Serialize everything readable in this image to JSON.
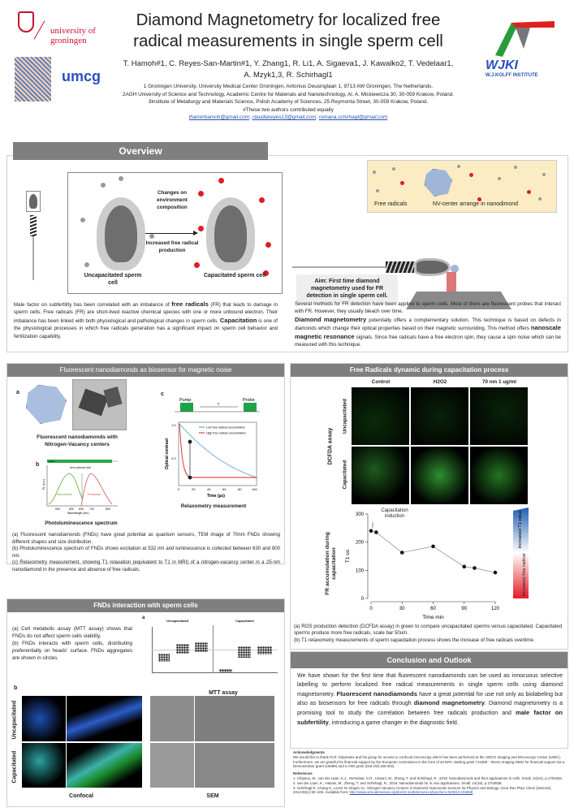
{
  "header": {
    "title": "Diamond Magnetometry for localized free radical measurements in single sperm cell",
    "authors": "T. Hamoh#1, C. Reyes-San-Martin#1, Y. Zhang1, R. Li1, A. Sigaeva1, J. Kawalko2, T. Vedelaar1, A. Mzyk1,3, R. Schirhagl1",
    "affiliations": [
      "1 Groningen University, University Medical Center Groningen, Antonius Deusinglaan 1, 9713 AW Groningen, The Netherlands.",
      "2AGH University of Science and Technology, Academic Centre for Materials and Nanotechnology, Al. A. Mickiewicza 30, 30-059 Krakow, Poland.",
      "3Institute of Metallurgy and Materials Science, Polish Academy of Sciences, 25 Reymonta Street, 30-059 Krakow, Poland.",
      "#These two authors contributed equally"
    ],
    "emails": [
      "thaminhamoh@gmail.com",
      "claudiareyes13@gmail.com",
      "romana.schirhagl@gmail.com"
    ],
    "logos": {
      "rug": "university of groningen",
      "umcg": "umcg",
      "wjki": "WJKI",
      "wjki_sub": "W.J.KOLFF INSTITUTE"
    }
  },
  "overview": {
    "title": "Overview",
    "arrow_top": "Changes on environment composition",
    "arrow_bottom": "Increased free radical production",
    "left_label": "Uncapacitated sperm cell",
    "right_label": "Capacitated sperm cell",
    "free_radicals": "Free radicals",
    "nv_center": "NV-center arrange in nanodimond",
    "aim": "Aim: First time diamond magnetometry used for FR detection in single sperm cell.",
    "left_text": "Male factor on subfertility has been correlated with an imbalance of |free radicals| (FR) that leads to damage in sperm cells. Free radicals (FR) are short-lived reactive chemical species with one or more unbound electron. Their imbalance has been linked with both physiological and pathological changes in sperm cells. |Capacitation| is one of the physiological processes in which free radicals generation has a significant impact on sperm cell behavior and fertilization capability.",
    "right_text_1": "Several methods for FR detection have been applied to sperm cells. Most of them are fluorescent probes that interact with FR. However, they usually bleach over time.",
    "right_text_2": "|Diamond magnetometry| potentially offers a complementary solution. This technique is based on defects in diamonds which change their optical properties based on their magnetic surrounding. This method offers |nanoscale magnetic resonance| signals. Since free radicals have a free electron spin, they cause a spin noise which can be measured with this technique."
  },
  "biosensor": {
    "title": "Fluorescent nanodiamonds as biosensor for magnetic noise",
    "panel_a": "a",
    "panel_b": "b",
    "panel_c": "c",
    "a_caption": "Fluorescent nanodiamonds with Nitrogen-Vacancy centers",
    "b_caption": "Photoluminescence spectrum",
    "b_laser": "Laser",
    "b_zpl": "zero phonon line",
    "b_absorption": "Absorption",
    "b_emission": "Emission",
    "b_xlabel": "Wavelength (nm)",
    "b_ylabel": "PL (a.u.)",
    "b_ticks": [
      "500",
      "600",
      "630",
      "700",
      "800"
    ],
    "c_pump": "Pump",
    "c_probe": "Probe",
    "c_tau": "τ",
    "c_legend_low": "Low free radical concentration",
    "c_legend_high": "High free radical concentration",
    "c_ylabel": "Optical contrast",
    "c_xlabel": "Time (µs)",
    "c_yticks": [
      "1.0",
      "0.9"
    ],
    "c_xticks": [
      "0",
      "20",
      "40",
      "60",
      "80",
      "100"
    ],
    "c_caption": "Relaxometry measurement",
    "text": [
      "(a) Fluorescent nanodiamonds (FNDs) have great potential as quantum sensors, TEM image of 70nm FNDs showing different shapes and size distribution.",
      "(b) Photoluminescence spectrum of FNDs shows excitation at 532 nm and luminescence is collected between 630 and 800 nm.",
      "(c) Relaxometry measurement, showing T1 relaxation (equivalent to T1 in MRI) of a nitrogen-vacancy center in a 25-nm nanodiamond in the presence and absence of free radicals."
    ]
  },
  "fr_dynamic": {
    "title": "Free Radicals dynamic during capacitation process",
    "columns": [
      "Control",
      "H2O2",
      "70 nm 1 ug/ml"
    ],
    "rows": [
      "Uncapacitated",
      "Capacitated"
    ],
    "assay_label": "DCFDA assay",
    "annotation": "Capacitation induction",
    "gradient_top": "Increased T1 value",
    "gradient_bottom": "Increased free radical",
    "gradient_colors": [
      "#1f5fb0",
      "#e31b23"
    ],
    "text": [
      "(a) ROS production detection (DCFDA assay) in green to compare uncapacitated sperms versus capacitated. Capacitated sperms produce more free radicals, scale bar 50um.",
      "(b) T1 relaxometry measurements of sperm capacitation process shows the increase of free radicals overtime."
    ]
  },
  "chart_data": {
    "type": "line",
    "x": [
      0,
      5,
      30,
      60,
      90,
      100,
      120
    ],
    "y": [
      240,
      235,
      163,
      185,
      113,
      108,
      92
    ],
    "xlabel": "Time min",
    "ylabel": "T1 us",
    "ylabel_outer": "FR accumulation during capacitation",
    "xlim": [
      0,
      120
    ],
    "ylim": [
      0,
      300
    ],
    "xticks": [
      0,
      30,
      60,
      90,
      120
    ],
    "yticks": [
      0,
      100,
      200,
      300
    ],
    "grid": false
  },
  "interaction": {
    "title": "FNDs interaction with sperm cells",
    "text": [
      "(a) Cell metabolic assay (MTT assay) shows that FNDs do not affect sperm cells viability.",
      "(b) FNDs interacts with sperm cells, distributing preferentially on heads' surface. FNDs aggregates are shown in circles."
    ],
    "panel_a": "a",
    "panel_b": "b",
    "mtt_groups": [
      "Uncapacitated",
      "Capacitated"
    ],
    "mtt_caption": "MTT assay",
    "rows": [
      "Uncapacitated",
      "Capacitated"
    ],
    "confocal": "Confocal",
    "sem": "SEM"
  },
  "conclusion": {
    "title": "Conclusion and Outlook",
    "text": "We have shown for the first time that fluorescent nanodiamonds can be used as innocuous selective labelling to perform localized free radical measurements in single sperm cells using diamond magnetometry. |Fluorescent nanodiamonds| have a great potential for use not only as biolabeling but also as biosensors for free radicals through |diamond magnetometry|. Diamond magnetometry is a promising tool to study the correlation between free radicals production and |male factor on subfertility|, introducing a game changer in the diagnostic field."
  },
  "acknowledgments": {
    "title": "Acknowledgments",
    "text": "We would like to thank Prof. Giepmans and his group for access to confocal microscopy which has been performed at the UMCG Imaging and Microscopy Center (UMIC). Furthermore, we are grateful for financial support by the European commission in the form of an ERC starting grant 714289 - Stress Imaging,NWO for financial support via a Demonstrator grant (16088) and a VIDI grant (016.Vidi.189.002)."
  },
  "references": {
    "title": "References",
    "items": [
      "1. Chipaux, M., van der Laan, K.J., Hemelaar, S.R., Hasani, M., Zheng, T. and Schirhagl, R., 2018. Nanodiamonds and their applications in cells. Small, 14(24), p.1704263.",
      "2. van der Laan, K., Hasani, M., Zheng, T. and Schirhagl, R., 2018. Nanodiamonds for in vivo applications. Small, 14(19), p.1703838.",
      "3. Schirhagl R, Chang K, Loretz M, Degen CL. Nitrogen-Vacancy Centers in Diamond: Nanoscale Sensors for Physics and Biology. Annu Rev Phys Chem [Internet]. 2014;65(1):83–105. Available from: "
    ],
    "link": "http://www.annualreviews.org/doi/10.1146/annurev-physchem-040513-103659"
  }
}
